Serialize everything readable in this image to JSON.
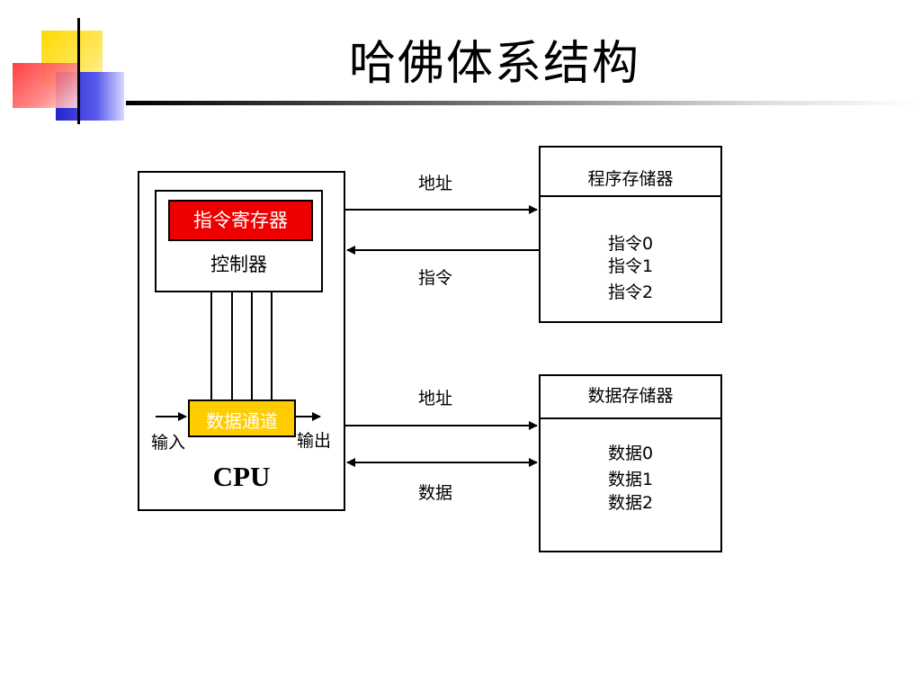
{
  "slide": {
    "title": "哈佛体系结构"
  },
  "cpu": {
    "label": "CPU",
    "controller_label": "控制器",
    "instruction_register": "指令寄存器",
    "datapath": "数据通道",
    "input_label": "输入",
    "output_label": "输出"
  },
  "program_memory": {
    "title": "程序存储器",
    "items": [
      "指令0",
      "指令1",
      "指令2"
    ]
  },
  "data_memory": {
    "title": "数据存储器",
    "items": [
      "数据0",
      "数据1",
      "数据2"
    ]
  },
  "links": {
    "program_address": "地址",
    "program_instruction": "指令",
    "data_address": "地址",
    "data_data": "数据"
  },
  "colors": {
    "instruction_register_fill": "#ee0000",
    "datapath_fill": "#ffcc00",
    "deco_yellow": "#ffd800",
    "deco_blue": "#2b2bd6",
    "deco_red": "#ff3b3b"
  }
}
